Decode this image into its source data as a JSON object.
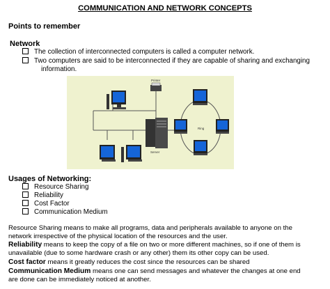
{
  "title": "COMMUNICATION AND NETWORK CONCEPTS",
  "points_heading": "Points to remember",
  "network": {
    "heading": "Network",
    "items": [
      "The collection of interconnected computers is called a computer network.",
      "Two computers are said to be interconnected if they are capable of sharing and exchanging"
    ],
    "item2_cont": "information."
  },
  "diagram": {
    "printer_label": "Printer",
    "ring_label": "Ring",
    "server_label": "Server"
  },
  "usages": {
    "heading": "Usages of Networking:",
    "items": [
      "Resource Sharing",
      "Reliability",
      "Cost Factor",
      "Communication Medium"
    ]
  },
  "paragraphs": {
    "resource_line1": "Resource Sharing means to make all programs, data and peripherals available to anyone on the",
    "resource_line2": "network irrespective of the physical location of the resources and the user.",
    "reliability_term": "Reliability",
    "reliability_line1": " means to keep the copy of a file on two or more different machines, so if one of them is",
    "reliability_line2": "unavailable (due to some hardware crash or any other) them its other copy can be used.",
    "cost_term": "Cost factor",
    "cost_line1": " means it greatly reduces the cost since the resources can be shared",
    "comm_term": "Communication Medium",
    "comm_line1": " means one can send messages and whatever the changes at one end",
    "comm_line2": "are done can be immediately noticed at another."
  },
  "colors": {
    "diagram_bg": "#eff2cf",
    "screen_blue": "#1565d8",
    "device_dark": "#2a2a2a"
  }
}
